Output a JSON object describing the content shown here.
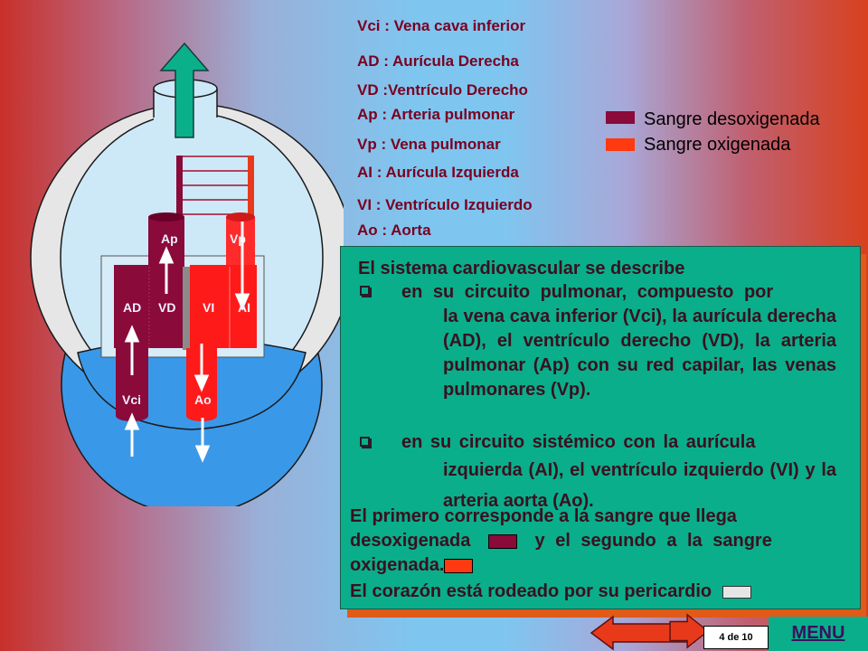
{
  "legend": [
    "Vci : Vena cava inferior",
    "AD : Aurícula Derecha",
    "VD :Ventrículo Derecho",
    "Ap : Arteria  pulmonar",
    "Vp : Vena  pulmonar",
    "AI :  Aurícula Izquierda",
    "VI  : Ventrículo Izquierdo",
    "Ao : Aorta"
  ],
  "blood_key": {
    "deoxygenated": {
      "label": "Sangre desoxigenada",
      "color": "#8a0a3a"
    },
    "oxygenated": {
      "label": "Sangre oxigenada",
      "color": "#ff3a10"
    }
  },
  "heart_labels": {
    "ap": "Ap",
    "vp": "Vp",
    "ad": "AD",
    "vd": "VD",
    "vi": "VI",
    "ai": "AI",
    "vci": "Vci",
    "ao": "Ao"
  },
  "panel": {
    "heading": "El sistema cardiovascular se describe",
    "bullet1_lead": "en su circuito pulmonar, compuesto por",
    "bullet1_body": "la vena cava inferior  (Vci), la aurícula derecha (AD), el ventrículo derecho (VD), la arteria pulmonar (Ap) con su red capilar, las venas pulmonares (Vp).",
    "bullet2_lead": "en su circuito sistémico con la aurícula",
    "bullet2_body": "izquierda (AI), el ventrículo izquierdo (VI) y la arteria aorta (Ao).",
    "summary_line1": "El primero corresponde a la sangre que llega",
    "summary_line2a": "desoxigenada",
    "summary_line2b": "y el segundo a la sangre",
    "summary_line3": "oxigenada.",
    "pericardium": "El corazón está rodeado por su pericardio"
  },
  "nav": {
    "page": "4 de 10",
    "menu": "MENU",
    "prev_color": "#e83a1a",
    "next_color": "#e83a1a"
  }
}
